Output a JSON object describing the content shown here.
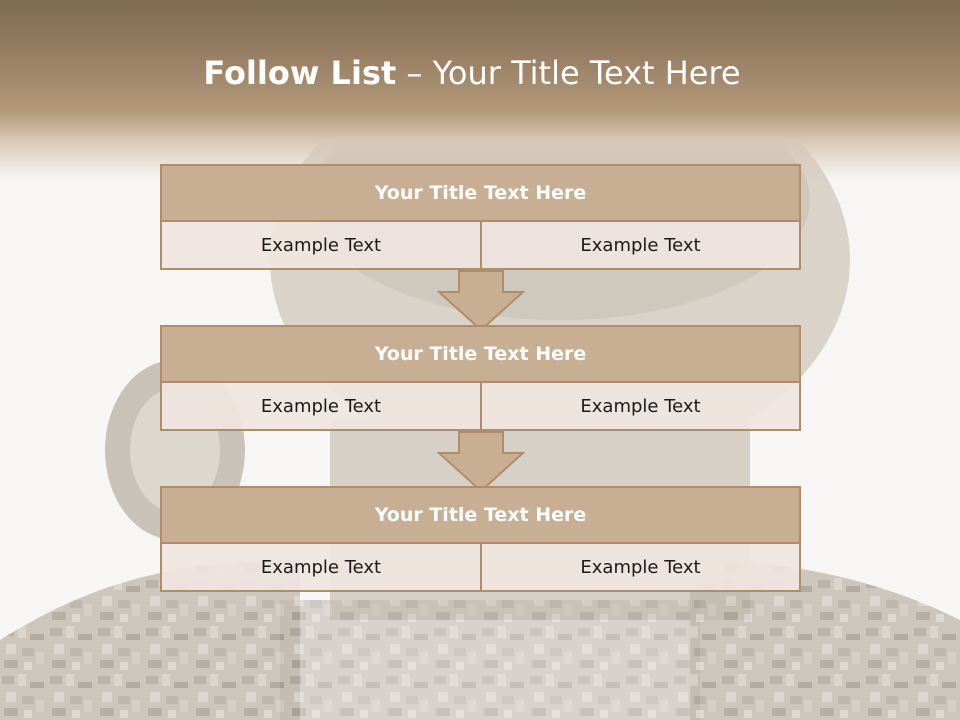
{
  "slide": {
    "title_bold": "Follow List",
    "title_separator": " – ",
    "title_rest": "Your Title Text Here"
  },
  "blocks": [
    {
      "title": "Your Title Text Here",
      "left": "Example Text",
      "right": "Example Text"
    },
    {
      "title": "Your Title Text Here",
      "left": "Example Text",
      "right": "Example Text"
    },
    {
      "title": "Your Title Text Here",
      "left": "Example Text",
      "right": "Example Text"
    }
  ],
  "colors": {
    "header": "#9c8266",
    "block_title_fill": "#c8ae93",
    "block_border": "#b08c68",
    "cell_fill": "#efe5e0"
  }
}
